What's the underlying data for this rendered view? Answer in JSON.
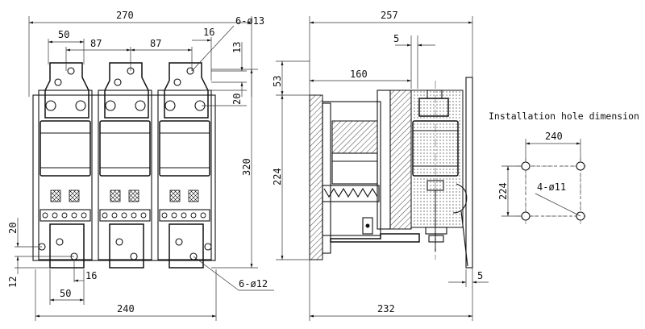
{
  "front_view": {
    "dims": {
      "overall_width": "270",
      "terminal_width": "50",
      "pitch_1": "87",
      "pitch_2": "87",
      "edge_offset": "16",
      "top_holes": "6-ø13",
      "hole_spacing_top": "13",
      "hole_spacing_vert": "20",
      "height": "320",
      "bottom_offset": "20",
      "bottom_margin": "12",
      "bottom_terminal_offset": "16",
      "bottom_terminal_width": "50",
      "mount_width": "240",
      "bottom_holes": "6-ø12"
    }
  },
  "side_view": {
    "dims": {
      "overall_depth": "257",
      "plate_offset": "5",
      "top_height": "53",
      "depth_160": "160",
      "height_224": "224",
      "base_depth": "232",
      "plate_offset_bottom": "5"
    }
  },
  "installation": {
    "title": "Installation hole dimension",
    "width": "240",
    "height": "224",
    "holes": "4-ø11"
  }
}
